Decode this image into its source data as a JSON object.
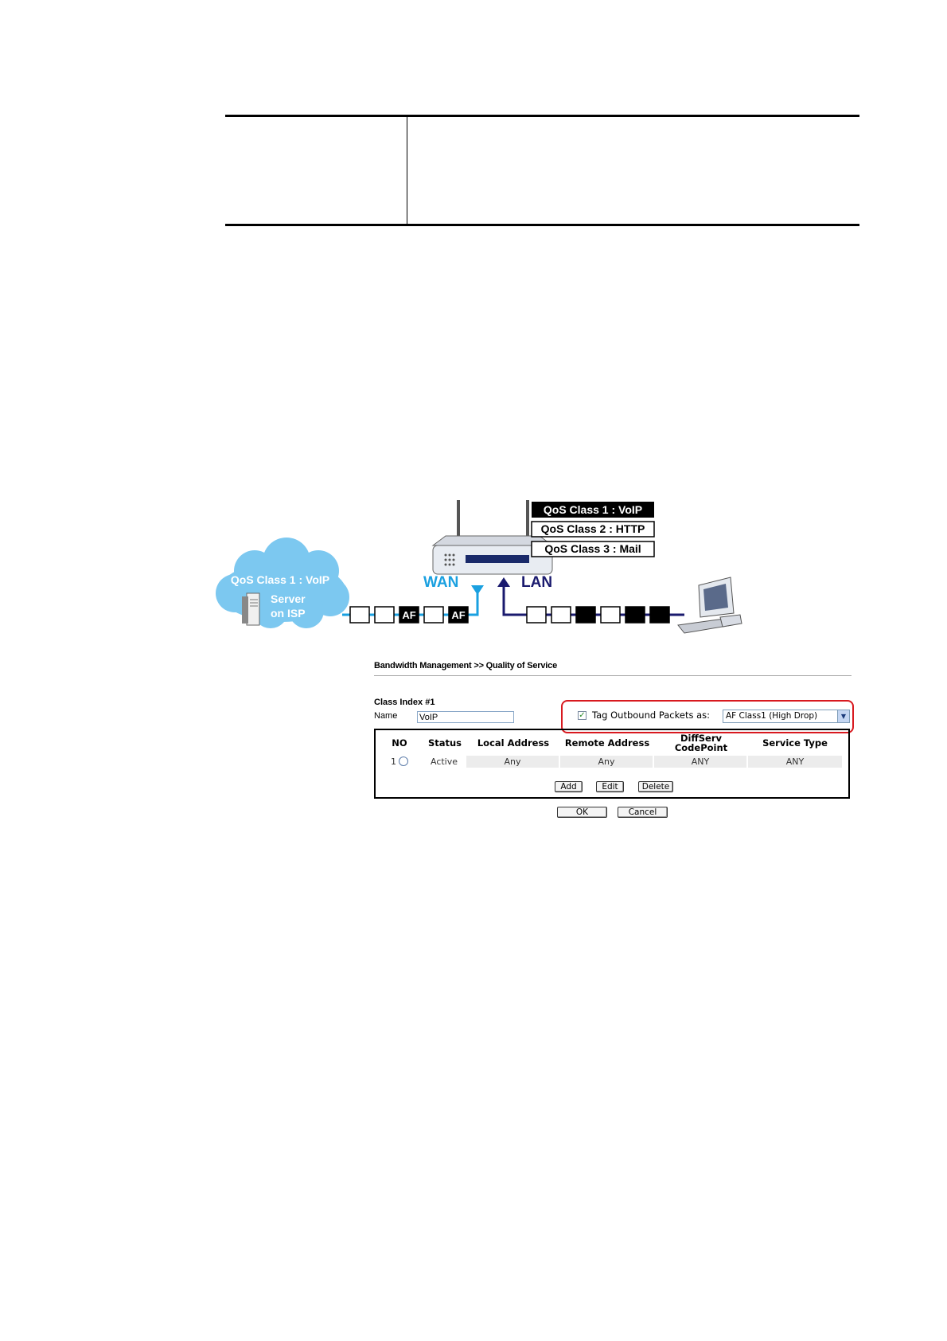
{
  "diagram": {
    "legend": [
      "QoS Class 1 : VoIP",
      "QoS Class 2 : HTTP",
      "QoS Class 3 : Mail"
    ],
    "cloud_title": "QoS Class 1 : VoIP",
    "server_line1": "Server",
    "server_line2": "on ISP",
    "wan_label": "WAN",
    "lan_label": "LAN",
    "af_label": "AF",
    "colors": {
      "wan": "#1aa0e0",
      "lan": "#1a1a6e",
      "cloud": "#7cc8f0"
    }
  },
  "qos": {
    "breadcrumb": "Bandwidth Management >> Quality of Service",
    "class_index": "Class Index #1",
    "name_label": "Name",
    "name_value": "VoIP",
    "tag_checked": true,
    "tag_label": "Tag Outbound Packets as:",
    "tag_value": "AF Class1 (High Drop)",
    "columns": [
      "NO",
      "Status",
      "Local Address",
      "Remote Address",
      "DiffServ CodePoint",
      "Service Type"
    ],
    "diffserv_line1": "DiffServ",
    "diffserv_line2": "CodePoint",
    "row": {
      "no": "1",
      "status": "Active",
      "local": "Any",
      "remote": "Any",
      "codepoint": "ANY",
      "service": "ANY"
    },
    "buttons": {
      "add": "Add",
      "edit": "Edit",
      "delete": "Delete",
      "ok": "OK",
      "cancel": "Cancel"
    }
  }
}
